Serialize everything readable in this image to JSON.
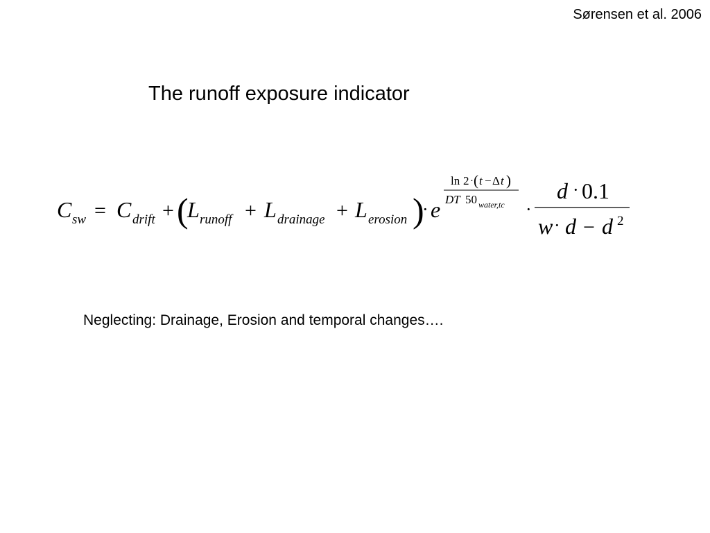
{
  "citation": "Sørensen et al. 2006",
  "title": "The runoff exposure indicator",
  "note": "Neglecting: Drainage, Erosion and temporal changes….",
  "formula": {
    "lhs_symbol": "C",
    "lhs_sub": "sw",
    "equals": "=",
    "c_drift": "C",
    "c_drift_sub": "drift",
    "plus1": "+",
    "open_paren": "(",
    "l_runoff": "L",
    "l_runoff_sub": "runoff",
    "plus2": "+",
    "l_drainage": "L",
    "l_drainage_sub": "drainage",
    "plus3": "+",
    "l_erosion": "L",
    "l_erosion_sub": "erosion",
    "close_paren": ")",
    "dot1": "·",
    "e": "e",
    "exp_num_ln": "ln",
    "exp_num_two": "2",
    "exp_num_dot": "·",
    "exp_num_open": "(",
    "exp_num_t": "t",
    "exp_num_minus": "−",
    "exp_num_delta": "Δ",
    "exp_num_t2": "t",
    "exp_num_close": ")",
    "exp_den_dt": "DT",
    "exp_den_fifty": "50",
    "exp_den_sub": "water,tc",
    "dot2": "·",
    "frac_num_d": "d",
    "frac_num_dot": "·",
    "frac_num_value": "0.1",
    "frac_den_w": "w",
    "frac_den_dot": "·",
    "frac_den_d": "d",
    "frac_den_minus": "−",
    "frac_den_d2": "d",
    "frac_den_power": "2"
  }
}
